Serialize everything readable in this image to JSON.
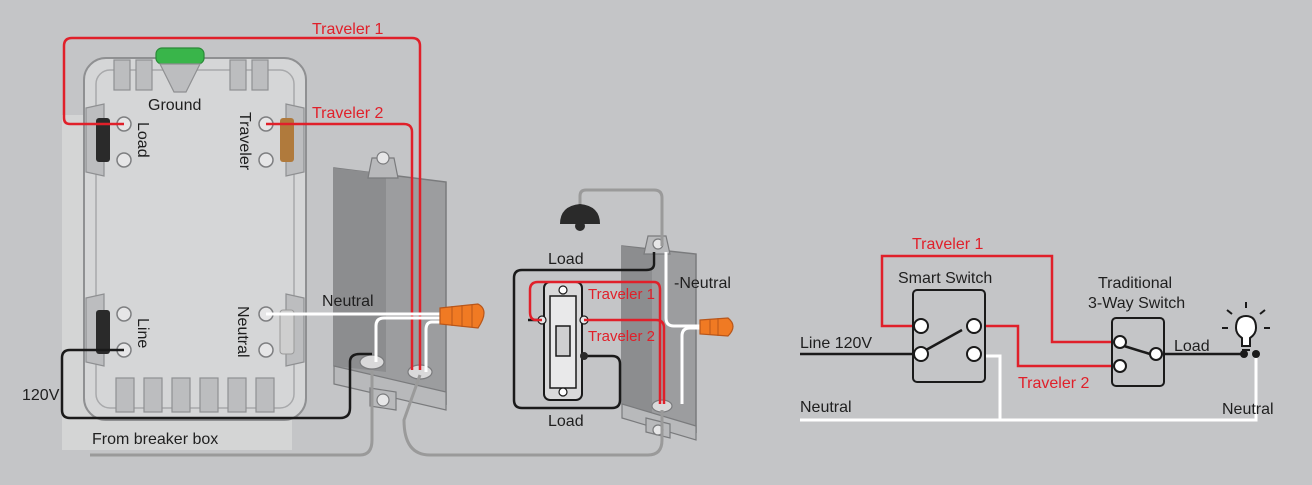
{
  "colors": {
    "background": "#c4c5c7",
    "traveler_wire": "#e0202a",
    "hot_wire": "#1a1a1a",
    "neutral_wire": "#ffffff",
    "ground_wire": "#9a9a9a",
    "label_red": "#e0202a",
    "label_dark": "#1f1f1f",
    "wire_nut": "#f07a23",
    "ground_screw": "#39b54a",
    "traveler_terminal": "#b07a3c",
    "black_terminal": "#2a2a2a"
  },
  "smart_switch_module": {
    "label_ground": "Ground",
    "label_load": "Load",
    "label_traveler": "Traveler",
    "label_line": "Line",
    "label_neutral": "Neutral",
    "label_120v": "120V",
    "label_breaker": "From breaker box"
  },
  "wiring_view": {
    "label_traveler1": "Traveler 1",
    "label_traveler2": "Traveler 2",
    "label_neutral": "Neutral"
  },
  "three_way_view": {
    "label_load_top": "Load",
    "label_traveler1": "Traveler 1",
    "label_traveler2": "Traveler 2",
    "label_neutral": "-Neutral",
    "label_load_bottom": "Load"
  },
  "schematic": {
    "traveler1": "Traveler 1",
    "traveler2": "Traveler 2",
    "smart_switch": "Smart Switch",
    "traditional_line1": "Traditional",
    "traditional_line2": "3-Way Switch",
    "line_120v": "Line 120V",
    "neutral_left": "Neutral",
    "load": "Load",
    "neutral_right": "Neutral",
    "lamp_icon": "light-bulb-icon"
  }
}
